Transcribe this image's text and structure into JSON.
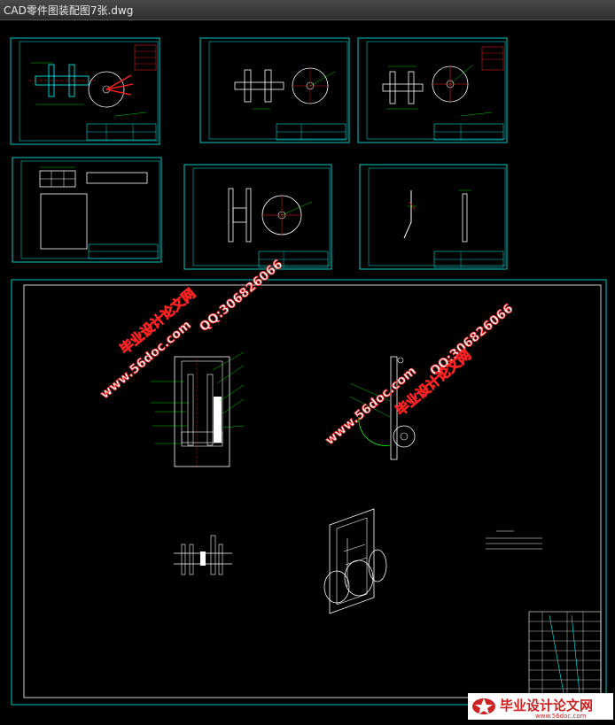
{
  "window": {
    "title": "CAD零件图装配图7张.dwg"
  },
  "watermarks": {
    "site": "毕业设计论文网",
    "url": "www.56doc.com",
    "qq": "QQ:306826066",
    "url_small": "www.56doc.com"
  },
  "colors": {
    "sheet_border": "#00c8c8",
    "drawing_cyan": "#00ffff",
    "drawing_white": "#ffffff",
    "dimension_green": "#00ff00",
    "annotation_red": "#ff2020",
    "watermark_red": "#ff2222",
    "watermark_yellow": "#ffff00"
  }
}
